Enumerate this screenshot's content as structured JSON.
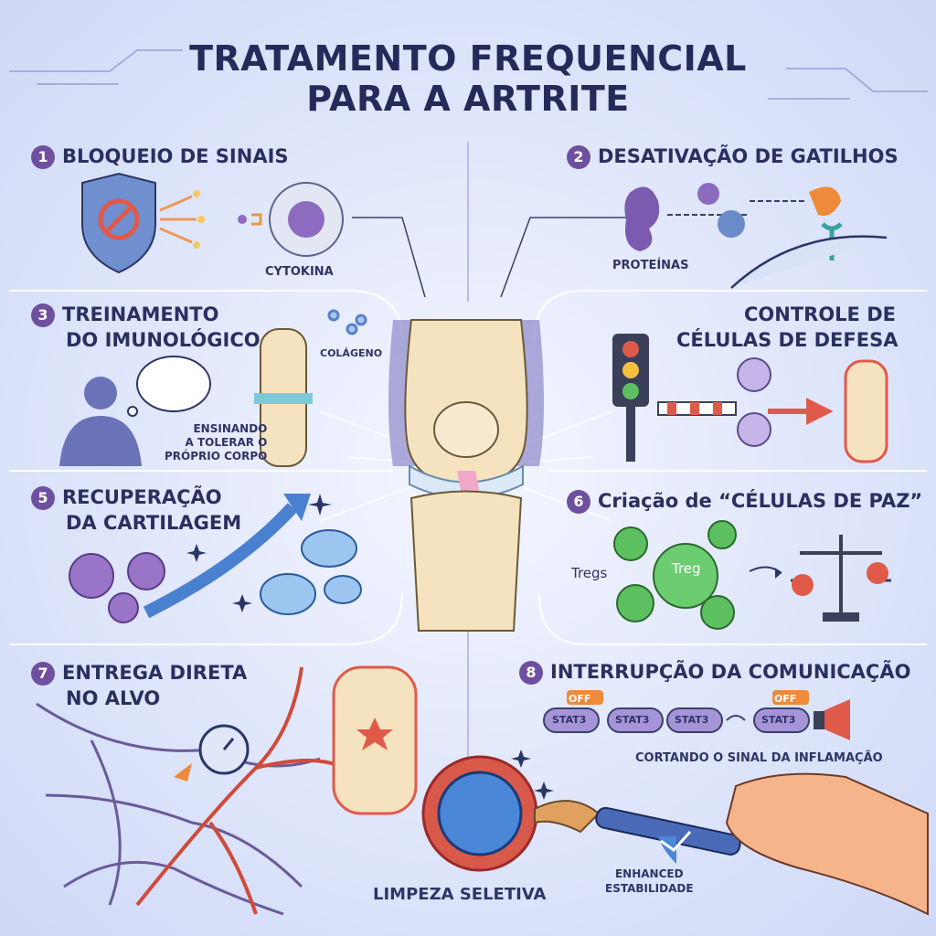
{
  "title": {
    "line1": "TRATAMENTO FREQUENCIAL",
    "line2": "PARA A ARTRITE"
  },
  "sections": [
    {
      "num": "1",
      "title_lines": [
        "BLOQUEIO DE SINAIS"
      ],
      "labels": [
        "CYTOKINA"
      ]
    },
    {
      "num": "2",
      "title_lines": [
        "DESATIVAÇÃO DE GATILHOS"
      ],
      "labels": [
        "PROTEÍNAS"
      ]
    },
    {
      "num": "3",
      "title_lines": [
        "TREINAMENTO",
        "DO IMUNOLÓGICO"
      ],
      "labels": [
        "COLÁGENO",
        "ENSINANDO",
        "A TOLERAR O",
        "PRÓPRIO CORPO"
      ]
    },
    {
      "num": "",
      "title_lines": [
        "CONTROLE DE",
        "CÉLULAS DE DEFESA"
      ],
      "labels": []
    },
    {
      "num": "5",
      "title_lines": [
        "RECUPERAÇÃO",
        "DA CARTILAGEM"
      ],
      "labels": []
    },
    {
      "num": "6",
      "title_lines": [
        "Criação de “CÉLULAS DE PAZ”"
      ],
      "labels": [
        "Tregs",
        "Treg"
      ]
    },
    {
      "num": "7",
      "title_lines": [
        "ENTREGA DIRETA",
        "NO ALVO"
      ],
      "labels": []
    },
    {
      "num": "8",
      "title_lines": [
        "INTERRUPÇÃO DA COMUNICAÇÃO"
      ],
      "labels": [
        "OFF",
        "STAT3",
        "CORTANDO O SINAL DA INFLAMAÇÃO"
      ]
    }
  ],
  "bottom": {
    "cleanup_label": "LIMPEZA SELETIVA",
    "enhanced_line1": "ENHANCED",
    "enhanced_line2": "ESTABILIDADE"
  },
  "colors": {
    "accent": "#6e4fa0",
    "title": "#262a5a",
    "red": "#e2554a",
    "green": "#4cb84f",
    "blue": "#4a87d6"
  }
}
